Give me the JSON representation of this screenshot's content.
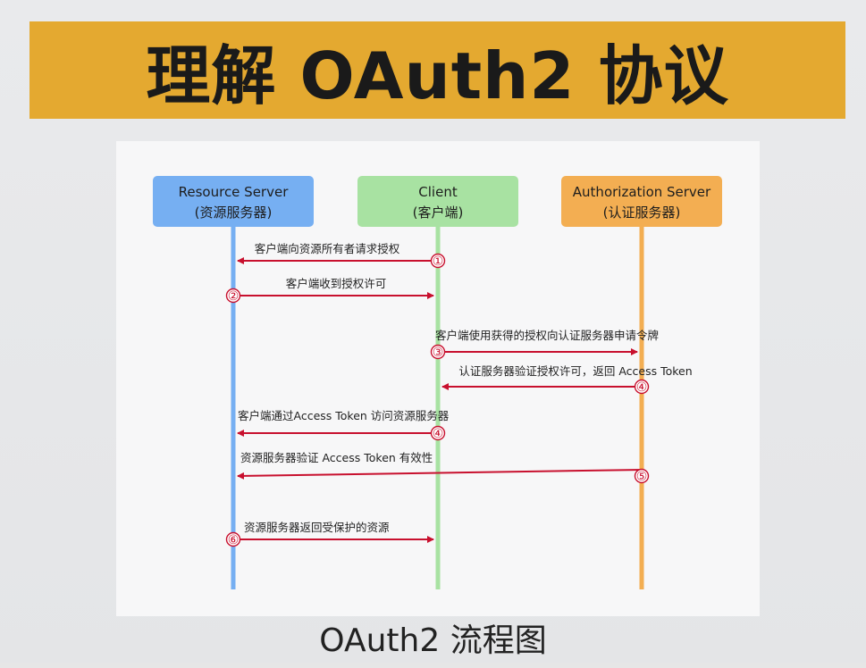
{
  "title": "理解 OAuth2 协议",
  "caption": "OAuth2 流程图",
  "colors": {
    "banner": "#e4a930",
    "resource": "#76aff2",
    "client": "#a8e2a2",
    "auth": "#f3ae52",
    "arrow": "#c8102e"
  },
  "participants": [
    {
      "id": "resource",
      "name": "Resource Server",
      "subtitle": "(资源服务器)"
    },
    {
      "id": "client",
      "name": "Client",
      "subtitle": "(客户端)"
    },
    {
      "id": "auth",
      "name": "Authorization Server",
      "subtitle": "(认证服务器)"
    }
  ],
  "messages": [
    {
      "from": "client",
      "to": "resource",
      "number": "①",
      "label": "客户端向资源所有者请求授权"
    },
    {
      "from": "resource",
      "to": "client",
      "number": "②",
      "label": "客户端收到授权许可"
    },
    {
      "from": "client",
      "to": "auth",
      "number": "③",
      "label": "客户端使用获得的授权向认证服务器申请令牌"
    },
    {
      "from": "auth",
      "to": "client",
      "number": "④",
      "label": "认证服务器验证授权许可，返回 Access Token"
    },
    {
      "from": "client",
      "to": "resource",
      "number": "④",
      "label": "客户端通过Access Token 访问资源服务器"
    },
    {
      "from": "auth",
      "to": "resource",
      "number": "⑤",
      "label": "资源服务器验证 Access Token 有效性"
    },
    {
      "from": "resource",
      "to": "client",
      "number": "⑥",
      "label": "资源服务器返回受保护的资源"
    }
  ]
}
